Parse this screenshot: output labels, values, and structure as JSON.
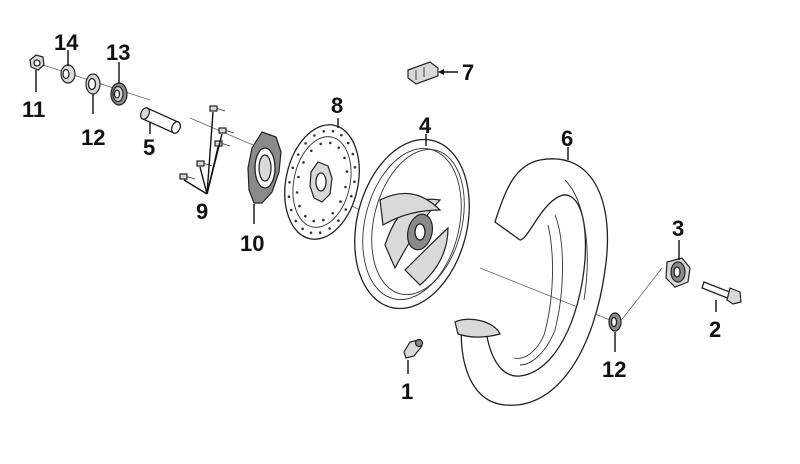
{
  "callouts": {
    "p1": "1",
    "p2": "2",
    "p3": "3",
    "p4": "4",
    "p5": "5",
    "p6": "6",
    "p7": "7",
    "p8": "8",
    "p9": "9",
    "p10": "10",
    "p11": "11",
    "p12a": "12",
    "p12b": "12",
    "p13": "13",
    "p14": "14"
  }
}
